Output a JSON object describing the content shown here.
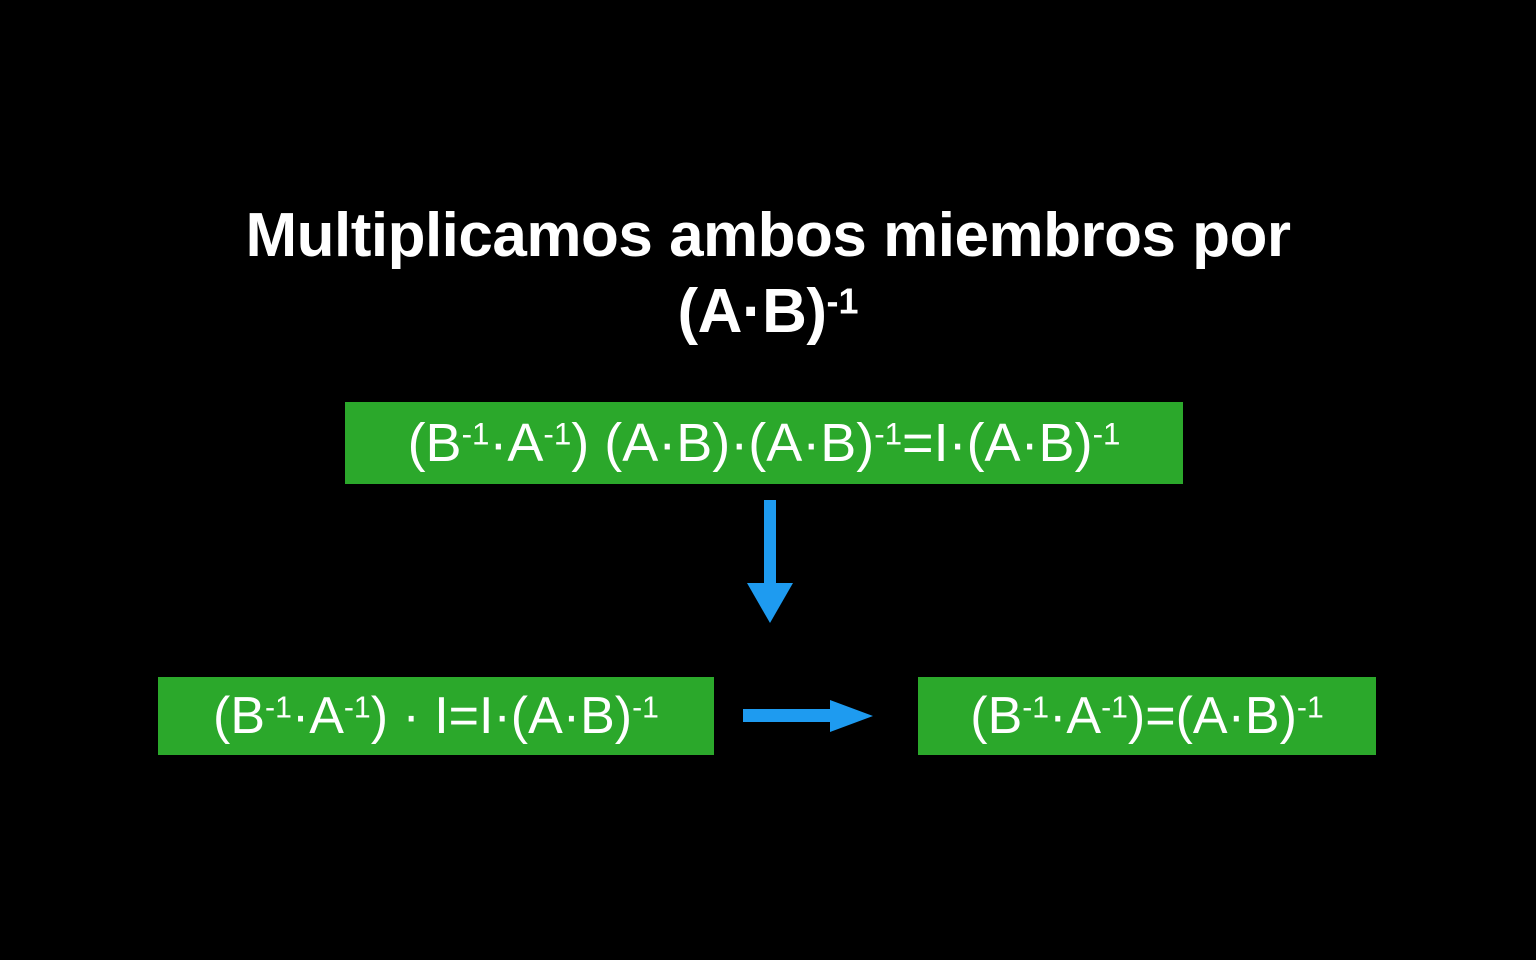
{
  "slide": {
    "background_color": "#000000",
    "title": {
      "line1": "Multiplicamos ambos miembros por",
      "line2_base": "(A",
      "line2_dot": "·",
      "line2_mid": "B)",
      "line2_exp": "-1",
      "full_text": "Multiplicamos ambos miembros por (A·B)-1",
      "color": "#ffffff"
    },
    "accent_colors": {
      "green_box": "#2BA82B",
      "arrow_blue": "#1E9BF0",
      "text_white": "#ffffff"
    },
    "equations": [
      {
        "id": "main",
        "text": "(B-1·A-1) (A·B)·(A·B)-1=I·(A·B)-1",
        "parts": [
          {
            "t": "(B"
          },
          {
            "s": "-1"
          },
          {
            "t": "·A"
          },
          {
            "s": "-1"
          },
          {
            "t": ") (A·B)·(A·B)"
          },
          {
            "s": "-1"
          },
          {
            "t": "=I·(A·B)"
          },
          {
            "s": "-1"
          }
        ]
      },
      {
        "id": "left",
        "text": "(B-1·A-1) · I=I·(A·B)-1",
        "parts": [
          {
            "t": "(B"
          },
          {
            "s": "-1"
          },
          {
            "t": "·A"
          },
          {
            "s": "-1"
          },
          {
            "t": ") · I=I·(A·B)"
          },
          {
            "s": "-1"
          }
        ]
      },
      {
        "id": "right",
        "text": "(B-1·A-1)=(A·B)-1",
        "parts": [
          {
            "t": "(B"
          },
          {
            "s": "-1"
          },
          {
            "t": "·A"
          },
          {
            "s": "-1"
          },
          {
            "t": ")=(A·B)"
          },
          {
            "s": "-1"
          }
        ]
      }
    ],
    "arrows": [
      {
        "id": "down",
        "direction": "down",
        "color": "#1E9BF0"
      },
      {
        "id": "right",
        "direction": "right",
        "color": "#1E9BF0"
      }
    ]
  }
}
